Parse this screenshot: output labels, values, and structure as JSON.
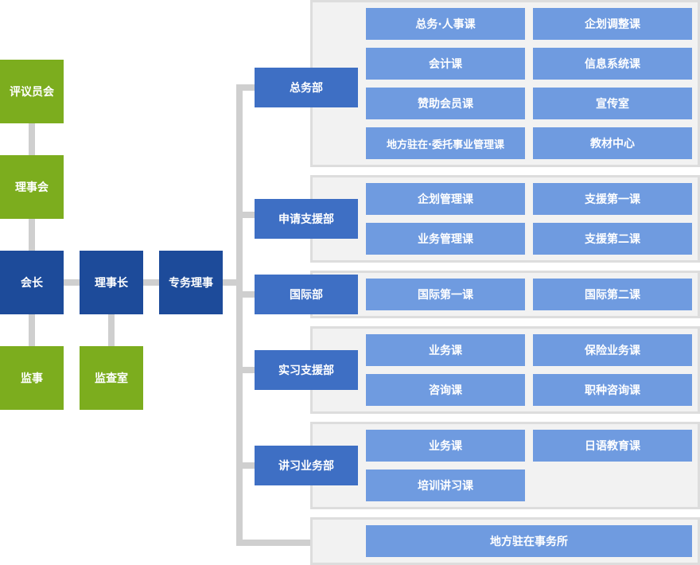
{
  "colors": {
    "green": "#7cad1e",
    "navy": "#1d4b9a",
    "dept": "#3e6fc4",
    "section": "#6f9be0",
    "panel": "#f2f2f2",
    "connector": "#cfcfcf"
  },
  "org": {
    "council": "评议员会",
    "board": "理事会",
    "president": "会长",
    "auditor": "监事",
    "chairman": "理事长",
    "audit_office": "监查室",
    "executive_director": "专务理事"
  },
  "departments": [
    {
      "name": "总务部",
      "sections": [
        "总务·人事课",
        "企划调整课",
        "会计课",
        "信息系统课",
        "赞助会员课",
        "宣传室",
        "地方驻在·委托事业管理课",
        "教材中心"
      ]
    },
    {
      "name": "申请支援部",
      "sections": [
        "企划管理课",
        "支援第一课",
        "业务管理课",
        "支援第二课"
      ]
    },
    {
      "name": "国际部",
      "sections": [
        "国际第一课",
        "国际第二课"
      ]
    },
    {
      "name": "实习支援部",
      "sections": [
        "业务课",
        "保险业务课",
        "咨询课",
        "职种咨询课"
      ]
    },
    {
      "name": "讲习业务部",
      "sections": [
        "业务课",
        "日语教育课",
        "培训讲习课"
      ]
    }
  ],
  "regional_office": "地方驻在事务所"
}
